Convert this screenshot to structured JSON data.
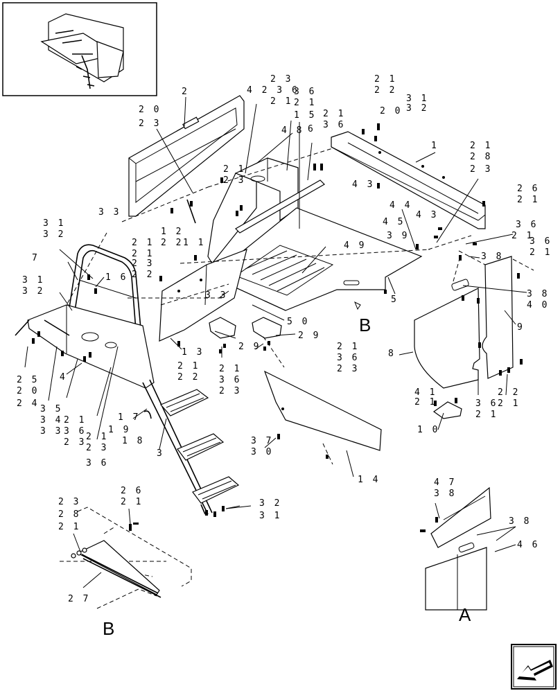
{
  "labels": [
    {
      "id": "l1",
      "text": "2"
    },
    {
      "id": "l2",
      "text": "2 0"
    },
    {
      "id": "l3",
      "text": "2 3"
    },
    {
      "id": "l4",
      "text": "2 3"
    },
    {
      "id": "l5",
      "text": "4 2 3 6"
    },
    {
      "id": "l6",
      "text": "2 1"
    },
    {
      "id": "l7",
      "text": "3 6"
    },
    {
      "id": "l8",
      "text": "2 1"
    },
    {
      "id": "l9",
      "text": "1 5"
    },
    {
      "id": "l10",
      "text": "2 1"
    },
    {
      "id": "l11",
      "text": "3 6"
    },
    {
      "id": "l12",
      "text": "4 8"
    },
    {
      "id": "l13",
      "text": "6"
    },
    {
      "id": "l14",
      "text": "2 1"
    },
    {
      "id": "l15",
      "text": "2 3"
    },
    {
      "id": "l16",
      "text": "2 1"
    },
    {
      "id": "l17",
      "text": "2 2"
    },
    {
      "id": "l18",
      "text": "2 0"
    },
    {
      "id": "l19",
      "text": "3 1"
    },
    {
      "id": "l20",
      "text": "3 2"
    },
    {
      "id": "l21",
      "text": "1"
    },
    {
      "id": "l22",
      "text": "2 1"
    },
    {
      "id": "l23",
      "text": "2 8"
    },
    {
      "id": "l24",
      "text": "2 3"
    },
    {
      "id": "l25",
      "text": "4 3"
    },
    {
      "id": "l26",
      "text": "2 6"
    },
    {
      "id": "l27",
      "text": "2 1"
    },
    {
      "id": "l28",
      "text": "4 4"
    },
    {
      "id": "l29",
      "text": "4 3"
    },
    {
      "id": "l30",
      "text": "4 5"
    },
    {
      "id": "l31",
      "text": "3 9"
    },
    {
      "id": "l32",
      "text": "3 6"
    },
    {
      "id": "l33",
      "text": "2 1"
    },
    {
      "id": "l34",
      "text": "3 6"
    },
    {
      "id": "l35",
      "text": "2 1"
    },
    {
      "id": "l36",
      "text": "3 8"
    },
    {
      "id": "l37",
      "text": "3 3"
    },
    {
      "id": "l38",
      "text": "3 1"
    },
    {
      "id": "l39",
      "text": "3 2"
    },
    {
      "id": "l40",
      "text": "1 2"
    },
    {
      "id": "l41",
      "text": "2 1"
    },
    {
      "id": "l42",
      "text": "1 1"
    },
    {
      "id": "l43",
      "text": "2 2"
    },
    {
      "id": "l44",
      "text": "2 1"
    },
    {
      "id": "l45",
      "text": "2 3"
    },
    {
      "id": "l46",
      "text": "2 2"
    },
    {
      "id": "l47",
      "text": "4 9"
    },
    {
      "id": "l48",
      "text": "7"
    },
    {
      "id": "l49",
      "text": "1 6"
    },
    {
      "id": "l50",
      "text": "3 1"
    },
    {
      "id": "l51",
      "text": "3 2"
    },
    {
      "id": "l52",
      "text": "3 3"
    },
    {
      "id": "l53",
      "text": "5"
    },
    {
      "id": "l54",
      "text": "3 8"
    },
    {
      "id": "l55",
      "text": "4 0"
    },
    {
      "id": "l56",
      "text": "9"
    },
    {
      "id": "l57",
      "text": "5 0"
    },
    {
      "id": "l58",
      "text": "2 9"
    },
    {
      "id": "l59",
      "text": "2 9"
    },
    {
      "id": "l60",
      "text": "2 1"
    },
    {
      "id": "l61",
      "text": "3 6"
    },
    {
      "id": "l62",
      "text": "2 3"
    },
    {
      "id": "l63",
      "text": "1 3"
    },
    {
      "id": "l64",
      "text": "2 1"
    },
    {
      "id": "l65",
      "text": "2 2"
    },
    {
      "id": "l66",
      "text": "2 1"
    },
    {
      "id": "l67",
      "text": "3 6"
    },
    {
      "id": "l68",
      "text": "2 3"
    },
    {
      "id": "l69",
      "text": "8"
    },
    {
      "id": "l70",
      "text": "4"
    },
    {
      "id": "l71",
      "text": "2 5"
    },
    {
      "id": "l72",
      "text": "2 0"
    },
    {
      "id": "l73",
      "text": "2 4"
    },
    {
      "id": "l74",
      "text": "3 5"
    },
    {
      "id": "l75",
      "text": "3 4"
    },
    {
      "id": "l76",
      "text": "3 3"
    },
    {
      "id": "l77",
      "text": "2 1"
    },
    {
      "id": "l78",
      "text": "3 6"
    },
    {
      "id": "l79",
      "text": "2 3"
    },
    {
      "id": "l80",
      "text": "2 1"
    },
    {
      "id": "l81",
      "text": "2 3"
    },
    {
      "id": "l82",
      "text": "3 6"
    },
    {
      "id": "l83",
      "text": "1 7"
    },
    {
      "id": "l84",
      "text": "1 9"
    },
    {
      "id": "l85",
      "text": "1 8"
    },
    {
      "id": "l86",
      "text": "3"
    },
    {
      "id": "l87",
      "text": "4 1"
    },
    {
      "id": "l88",
      "text": "2 1"
    },
    {
      "id": "l89",
      "text": "1 0"
    },
    {
      "id": "l90",
      "text": "3 6"
    },
    {
      "id": "l91",
      "text": "2 1"
    },
    {
      "id": "l92",
      "text": "2 2"
    },
    {
      "id": "l93",
      "text": "2 1"
    },
    {
      "id": "l94",
      "text": "3 7"
    },
    {
      "id": "l95",
      "text": "3 0"
    },
    {
      "id": "l96",
      "text": "1 4"
    },
    {
      "id": "l97",
      "text": "2 6"
    },
    {
      "id": "l98",
      "text": "2 1"
    },
    {
      "id": "l99",
      "text": "2 3"
    },
    {
      "id": "l100",
      "text": "2 8"
    },
    {
      "id": "l101",
      "text": "2 1"
    },
    {
      "id": "l102",
      "text": "2 7"
    },
    {
      "id": "l103",
      "text": "3 2"
    },
    {
      "id": "l104",
      "text": "3 1"
    },
    {
      "id": "l105",
      "text": "4 7"
    },
    {
      "id": "l106",
      "text": "3 8"
    },
    {
      "id": "l107",
      "text": "3 8"
    },
    {
      "id": "l108",
      "text": "4 6"
    }
  ],
  "view_labels": [
    {
      "id": "vB1",
      "text": "B"
    },
    {
      "id": "vB2",
      "text": "B"
    },
    {
      "id": "vA",
      "text": "A"
    }
  ],
  "icons": {
    "nav": "next-page-arrow-icon",
    "thumbnail": "location-thumbnail"
  }
}
